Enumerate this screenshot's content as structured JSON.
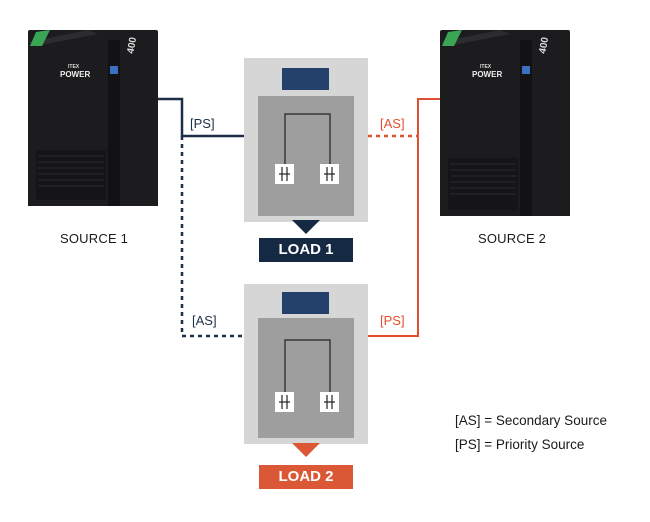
{
  "sources": [
    {
      "label": "SOURCE 1",
      "brand_top": "ITEX",
      "brand": "POWER",
      "model": "400"
    },
    {
      "label": "SOURCE 2",
      "brand_top": "ITEX",
      "brand": "POWER",
      "model": "400"
    }
  ],
  "loads": [
    {
      "label": "LOAD 1",
      "color": "#152a42"
    },
    {
      "label": "LOAD 2",
      "color": "#db5836"
    }
  ],
  "tags": {
    "s1_load1": "[PS]",
    "s2_load1": "[AS]",
    "s1_load2": "[AS]",
    "s2_load2": "[PS]"
  },
  "legend": [
    "[AS] = Secondary Source",
    "[PS] = Priority Source"
  ],
  "colors": {
    "source1_line": "#1b2f47",
    "source2_line": "#e0502e"
  }
}
